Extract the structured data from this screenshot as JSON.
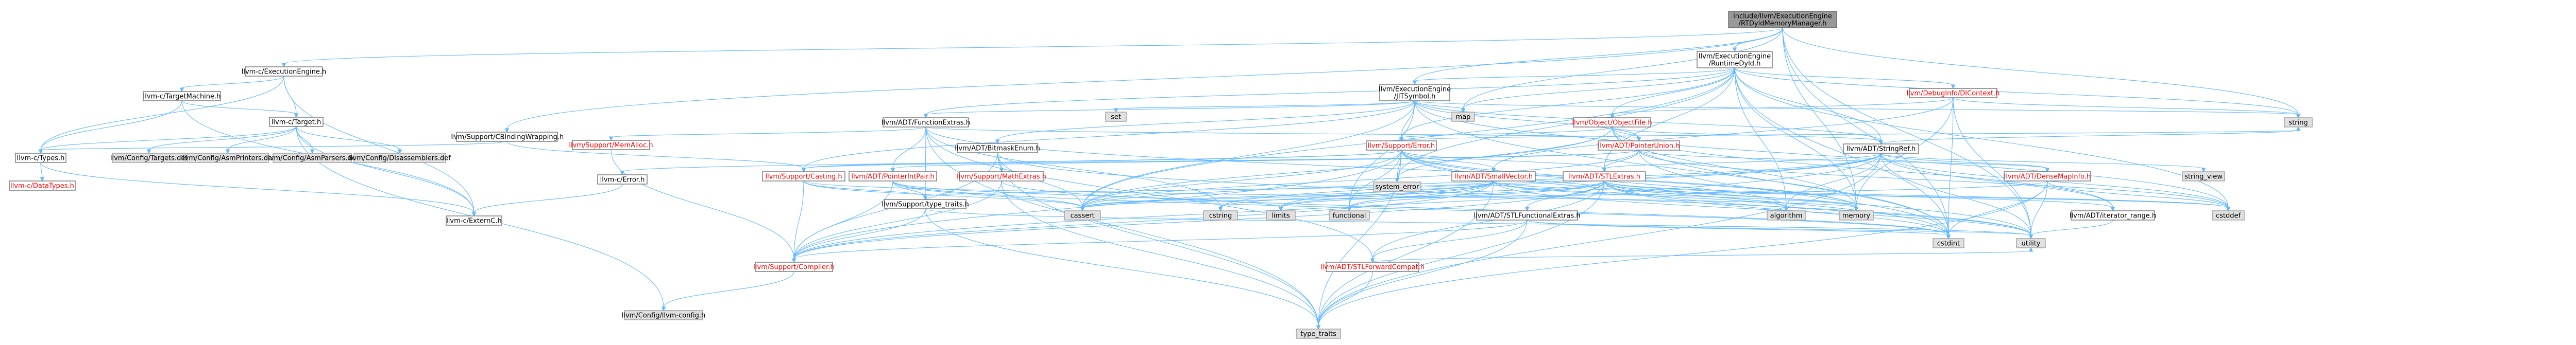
{
  "colors": {
    "edge": "#63b8ff",
    "root_fill": "#999999",
    "node_fill": "#ffffff",
    "node_border": "#666666",
    "external_fill": "#e0e0e0",
    "external_border": "#999999",
    "text_default": "#000000",
    "text_highlight": "#ff0000"
  },
  "nodes": [
    {
      "id": "root",
      "lines": [
        "include/llvm/ExecutionEngine",
        "/RTDyldMemoryManager.h"
      ],
      "kind": "root"
    },
    {
      "id": "ee",
      "lines": [
        "llvm-c/ExecutionEngine.h"
      ],
      "kind": "node"
    },
    {
      "id": "tm",
      "lines": [
        "llvm-c/TargetMachine.h"
      ],
      "kind": "node"
    },
    {
      "id": "target",
      "lines": [
        "llvm-c/Target.h"
      ],
      "kind": "node"
    },
    {
      "id": "types",
      "lines": [
        "llvm-c/Types.h"
      ],
      "kind": "node"
    },
    {
      "id": "datatypes",
      "lines": [
        "llvm-c/DataTypes.h"
      ],
      "kind": "red"
    },
    {
      "id": "externc",
      "lines": [
        "llvm-c/ExternC.h"
      ],
      "kind": "node"
    },
    {
      "id": "targetsdef",
      "lines": [
        "llvm/Config/Targets.def"
      ],
      "kind": "ext"
    },
    {
      "id": "asmprinters",
      "lines": [
        "llvm/Config/AsmPrinters.def"
      ],
      "kind": "ext"
    },
    {
      "id": "asmparsers",
      "lines": [
        "llvm/Config/AsmParsers.def"
      ],
      "kind": "ext"
    },
    {
      "id": "disassemblers",
      "lines": [
        "llvm/Config/Disassemblers.def"
      ],
      "kind": "ext"
    },
    {
      "id": "llvmconfig",
      "lines": [
        "llvm/Config/llvm-config.h"
      ],
      "kind": "ext"
    },
    {
      "id": "cbw",
      "lines": [
        "llvm/Support/CBindingWrapping.h"
      ],
      "kind": "node"
    },
    {
      "id": "rtdyld",
      "lines": [
        "llvm/ExecutionEngine",
        "/RuntimeDyld.h"
      ],
      "kind": "node"
    },
    {
      "id": "jitsym",
      "lines": [
        "llvm/ExecutionEngine",
        "/JITSymbol.h"
      ],
      "kind": "node"
    },
    {
      "id": "fnext",
      "lines": [
        "llvm/ADT/FunctionExtras.h"
      ],
      "kind": "node"
    },
    {
      "id": "bme",
      "lines": [
        "llvm/ADT/BitmaskEnum.h"
      ],
      "kind": "node"
    },
    {
      "id": "cerror",
      "lines": [
        "llvm-c/Error.h"
      ],
      "kind": "node"
    },
    {
      "id": "memalloc",
      "lines": [
        "llvm/Support/MemAlloc.h"
      ],
      "kind": "red"
    },
    {
      "id": "ptrintpair",
      "lines": [
        "llvm/ADT/PointerIntPair.h"
      ],
      "kind": "red"
    },
    {
      "id": "casting",
      "lines": [
        "llvm/Support/Casting.h"
      ],
      "kind": "red"
    },
    {
      "id": "mathext",
      "lines": [
        "llvm/Support/MathExtras.h"
      ],
      "kind": "red"
    },
    {
      "id": "typetraits",
      "lines": [
        "llvm/Support/type_traits.h"
      ],
      "kind": "node"
    },
    {
      "id": "compiler",
      "lines": [
        "llvm/Support/Compiler.h"
      ],
      "kind": "red"
    },
    {
      "id": "stlfwd",
      "lines": [
        "llvm/ADT/STLForwardCompat.h"
      ],
      "kind": "red"
    },
    {
      "id": "stlfn",
      "lines": [
        "llvm/ADT/STLFunctionalExtras.h"
      ],
      "kind": "node"
    },
    {
      "id": "stlext",
      "lines": [
        "llvm/ADT/STLExtras.h"
      ],
      "kind": "red"
    },
    {
      "id": "smallvec",
      "lines": [
        "llvm/ADT/SmallVector.h"
      ],
      "kind": "red"
    },
    {
      "id": "serror",
      "lines": [
        "llvm/Support/Error.h"
      ],
      "kind": "red"
    },
    {
      "id": "objfile",
      "lines": [
        "llvm/Object/ObjectFile.h"
      ],
      "kind": "red"
    },
    {
      "id": "diinfo",
      "lines": [
        "llvm/DebugInfo/DIContext.h"
      ],
      "kind": "red"
    },
    {
      "id": "ptrunion",
      "lines": [
        "llvm/ADT/PointerUnion.h"
      ],
      "kind": "red"
    },
    {
      "id": "strref",
      "lines": [
        "llvm/ADT/StringRef.h"
      ],
      "kind": "node"
    },
    {
      "id": "densemap",
      "lines": [
        "llvm/ADT/DenseMapInfo.h"
      ],
      "kind": "red"
    },
    {
      "id": "iterrange",
      "lines": [
        "llvm/ADT/iterator_range.h"
      ],
      "kind": "node"
    },
    {
      "id": "map",
      "lines": [
        "map"
      ],
      "kind": "ext"
    },
    {
      "id": "set",
      "lines": [
        "set"
      ],
      "kind": "ext"
    },
    {
      "id": "syserr",
      "lines": [
        "system_error"
      ],
      "kind": "ext"
    },
    {
      "id": "cassert",
      "lines": [
        "cassert"
      ],
      "kind": "ext"
    },
    {
      "id": "cstring",
      "lines": [
        "cstring"
      ],
      "kind": "ext"
    },
    {
      "id": "limits",
      "lines": [
        "limits"
      ],
      "kind": "ext"
    },
    {
      "id": "functional",
      "lines": [
        "functional"
      ],
      "kind": "ext"
    },
    {
      "id": "algorithm",
      "lines": [
        "algorithm"
      ],
      "kind": "ext"
    },
    {
      "id": "memory",
      "lines": [
        "memory"
      ],
      "kind": "ext"
    },
    {
      "id": "cstdint",
      "lines": [
        "cstdint"
      ],
      "kind": "ext"
    },
    {
      "id": "utility",
      "lines": [
        "utility"
      ],
      "kind": "ext"
    },
    {
      "id": "cstddef",
      "lines": [
        "cstddef"
      ],
      "kind": "ext"
    },
    {
      "id": "strview",
      "lines": [
        "string_view"
      ],
      "kind": "ext"
    },
    {
      "id": "string",
      "lines": [
        "string"
      ],
      "kind": "ext"
    },
    {
      "id": "typetr",
      "lines": [
        "type_traits"
      ],
      "kind": "ext"
    }
  ],
  "edges": [
    [
      "root",
      "ee"
    ],
    [
      "root",
      "rtdyld"
    ],
    [
      "root",
      "jitsym"
    ],
    [
      "root",
      "cbw"
    ],
    [
      "root",
      "map"
    ],
    [
      "root",
      "string"
    ],
    [
      "root",
      "cstdint"
    ],
    [
      "root",
      "memory"
    ],
    [
      "root",
      "utility"
    ],
    [
      "ee",
      "tm"
    ],
    [
      "ee",
      "target"
    ],
    [
      "ee",
      "types"
    ],
    [
      "ee",
      "externc"
    ],
    [
      "tm",
      "target"
    ],
    [
      "tm",
      "types"
    ],
    [
      "tm",
      "externc"
    ],
    [
      "target",
      "types"
    ],
    [
      "target",
      "externc"
    ],
    [
      "target",
      "targetsdef"
    ],
    [
      "target",
      "asmprinters"
    ],
    [
      "target",
      "asmparsers"
    ],
    [
      "target",
      "disassemblers"
    ],
    [
      "target",
      "llvmconfig"
    ],
    [
      "types",
      "datatypes"
    ],
    [
      "types",
      "externc"
    ],
    [
      "cbw",
      "casting"
    ],
    [
      "cbw",
      "types"
    ],
    [
      "rtdyld",
      "jitsym"
    ],
    [
      "rtdyld",
      "diinfo"
    ],
    [
      "rtdyld",
      "objfile"
    ],
    [
      "rtdyld",
      "serror"
    ],
    [
      "rtdyld",
      "strref"
    ],
    [
      "rtdyld",
      "fnext"
    ],
    [
      "rtdyld",
      "stlext"
    ],
    [
      "rtdyld",
      "map"
    ],
    [
      "rtdyld",
      "string"
    ],
    [
      "rtdyld",
      "memory"
    ],
    [
      "rtdyld",
      "cassert"
    ],
    [
      "rtdyld",
      "algorithm"
    ],
    [
      "rtdyld",
      "cstddef"
    ],
    [
      "rtdyld",
      "cstdint"
    ],
    [
      "rtdyld",
      "syserr"
    ],
    [
      "jitsym",
      "fnext"
    ],
    [
      "jitsym",
      "bme"
    ],
    [
      "jitsym",
      "serror"
    ],
    [
      "jitsym",
      "strref"
    ],
    [
      "jitsym",
      "map"
    ],
    [
      "jitsym",
      "set"
    ],
    [
      "jitsym",
      "string"
    ],
    [
      "jitsym",
      "cassert"
    ],
    [
      "jitsym",
      "cstddef"
    ],
    [
      "jitsym",
      "cstdint"
    ],
    [
      "jitsym",
      "functional"
    ],
    [
      "jitsym",
      "ptrunion"
    ],
    [
      "jitsym",
      "casting"
    ],
    [
      "fnext",
      "memalloc"
    ],
    [
      "fnext",
      "ptrintpair"
    ],
    [
      "fnext",
      "ptrunion"
    ],
    [
      "fnext",
      "stlfwd"
    ],
    [
      "fnext",
      "typetraits"
    ],
    [
      "fnext",
      "cstring"
    ],
    [
      "fnext",
      "memory"
    ],
    [
      "fnext",
      "typetr"
    ],
    [
      "bme",
      "compiler"
    ],
    [
      "bme",
      "mathext"
    ],
    [
      "bme",
      "cassert"
    ],
    [
      "bme",
      "typetr"
    ],
    [
      "bme",
      "utility"
    ],
    [
      "memalloc",
      "compiler"
    ],
    [
      "ptrintpair",
      "compiler"
    ],
    [
      "ptrintpair",
      "typetraits"
    ],
    [
      "ptrintpair",
      "cassert"
    ],
    [
      "ptrintpair",
      "cstdint"
    ],
    [
      "ptrintpair",
      "limits"
    ],
    [
      "casting",
      "compiler"
    ],
    [
      "casting",
      "typetraits"
    ],
    [
      "casting",
      "cassert"
    ],
    [
      "casting",
      "memory"
    ],
    [
      "casting",
      "optional"
    ],
    [
      "mathext",
      "compiler"
    ],
    [
      "mathext",
      "typetr"
    ],
    [
      "mathext",
      "cstdint"
    ],
    [
      "mathext",
      "climits"
    ],
    [
      "typetraits",
      "compiler"
    ],
    [
      "typetraits",
      "typetr"
    ],
    [
      "typetraits",
      "utility"
    ],
    [
      "compiler",
      "llvmconfig"
    ],
    [
      "stlfwd",
      "typetr"
    ],
    [
      "stlfwd",
      "utility"
    ],
    [
      "stlfn",
      "compiler"
    ],
    [
      "stlfn",
      "stlfwd"
    ],
    [
      "stlfn",
      "cstdint"
    ],
    [
      "stlfn",
      "typetr"
    ],
    [
      "stlfn",
      "utility"
    ],
    [
      "stlext",
      "stlfn"
    ],
    [
      "stlext",
      "stlfwd"
    ],
    [
      "stlext",
      "iterrange"
    ],
    [
      "stlext",
      "compiler"
    ],
    [
      "stlext",
      "algorithm"
    ],
    [
      "stlext",
      "cassert"
    ],
    [
      "stlext",
      "cstddef"
    ],
    [
      "stlext",
      "cstdint"
    ],
    [
      "stlext",
      "functional"
    ],
    [
      "stlext",
      "limits"
    ],
    [
      "stlext",
      "memory"
    ],
    [
      "stlext",
      "typetr"
    ],
    [
      "stlext",
      "utility"
    ],
    [
      "smallvec",
      "compiler"
    ],
    [
      "smallvec",
      "typetraits"
    ],
    [
      "smallvec",
      "algorithm"
    ],
    [
      "smallvec",
      "cassert"
    ],
    [
      "smallvec",
      "cstddef"
    ],
    [
      "smallvec",
      "cstring"
    ],
    [
      "smallvec",
      "functional"
    ],
    [
      "smallvec",
      "limits"
    ],
    [
      "smallvec",
      "memory"
    ],
    [
      "smallvec",
      "typetr"
    ],
    [
      "smallvec",
      "utility"
    ],
    [
      "serror",
      "cerror"
    ],
    [
      "serror",
      "stlext"
    ],
    [
      "serror",
      "smallvec"
    ],
    [
      "serror",
      "casting"
    ],
    [
      "serror",
      "compiler"
    ],
    [
      "serror",
      "algorithm"
    ],
    [
      "serror",
      "cassert"
    ],
    [
      "serror",
      "cstdint"
    ],
    [
      "serror",
      "memory"
    ],
    [
      "serror",
      "string"
    ],
    [
      "serror",
      "syserr"
    ],
    [
      "serror",
      "typetr"
    ],
    [
      "serror",
      "utility"
    ],
    [
      "serror",
      "functional"
    ],
    [
      "cerror",
      "externc"
    ],
    [
      "objfile",
      "serror"
    ],
    [
      "objfile",
      "strref"
    ],
    [
      "objfile",
      "ptrunion"
    ],
    [
      "objfile",
      "iterrange"
    ],
    [
      "objfile",
      "cassert"
    ],
    [
      "objfile",
      "cstdint"
    ],
    [
      "objfile",
      "memory"
    ],
    [
      "objfile",
      "syserr"
    ],
    [
      "diinfo",
      "objfile"
    ],
    [
      "diinfo",
      "smallvec"
    ],
    [
      "diinfo",
      "cstdint"
    ],
    [
      "diinfo",
      "memory"
    ],
    [
      "diinfo",
      "string"
    ],
    [
      "diinfo",
      "utility"
    ],
    [
      "ptrunion",
      "densemap"
    ],
    [
      "ptrunion",
      "ptrintpair"
    ],
    [
      "ptrunion",
      "stlext"
    ],
    [
      "ptrunion",
      "casting"
    ],
    [
      "ptrunion",
      "cassert"
    ],
    [
      "ptrunion",
      "cstddef"
    ],
    [
      "ptrunion",
      "cstdint"
    ],
    [
      "strref",
      "densemap"
    ],
    [
      "strref",
      "stlext"
    ],
    [
      "strref",
      "iterrange"
    ],
    [
      "strref",
      "compiler"
    ],
    [
      "strref",
      "algorithm"
    ],
    [
      "strref",
      "cassert"
    ],
    [
      "strref",
      "cstddef"
    ],
    [
      "strref",
      "cstring"
    ],
    [
      "strref",
      "limits"
    ],
    [
      "strref",
      "string"
    ],
    [
      "strref",
      "strview"
    ],
    [
      "strref",
      "typetr"
    ],
    [
      "strref",
      "utility"
    ],
    [
      "densemap",
      "cassert"
    ],
    [
      "densemap",
      "cstddef"
    ],
    [
      "densemap",
      "cstdint"
    ],
    [
      "densemap",
      "tuple"
    ],
    [
      "densemap",
      "typetr"
    ],
    [
      "densemap",
      "utility"
    ],
    [
      "iterrange",
      "utility"
    ]
  ]
}
